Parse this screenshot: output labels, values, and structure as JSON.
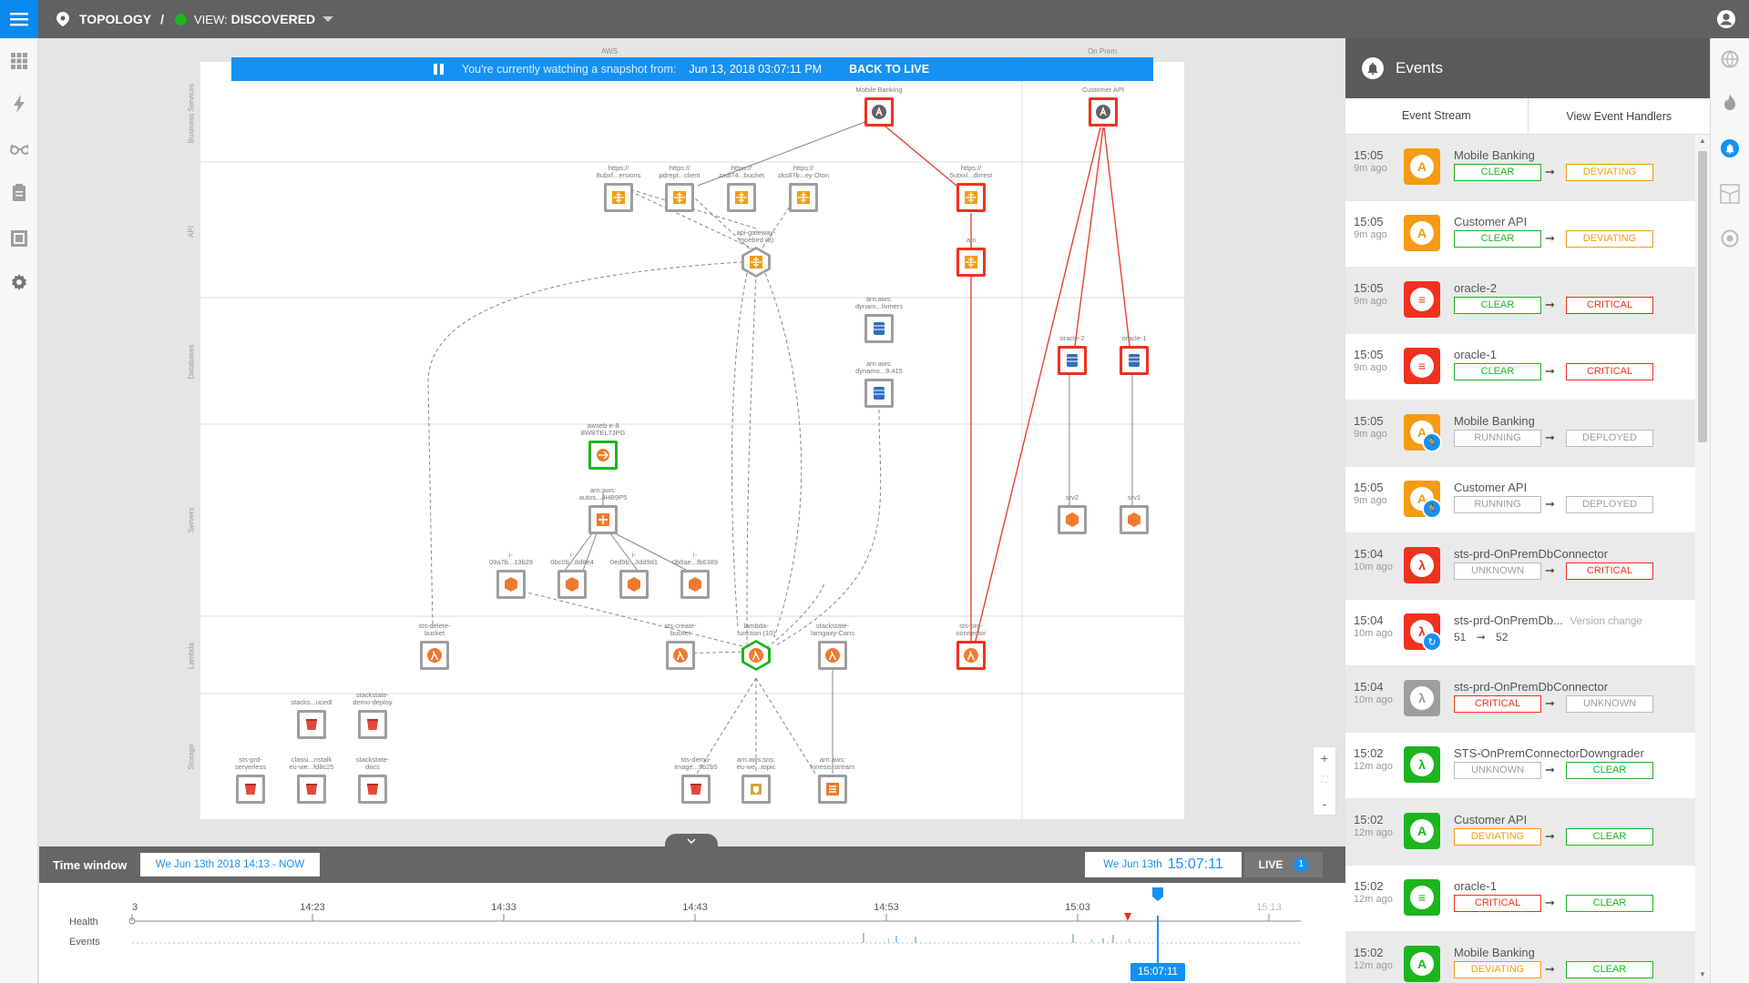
{
  "topbar": {
    "breadcrumb_root": "TOPOLOGY",
    "separator": "/",
    "view_prefix": "VIEW:",
    "view_name": "DISCOVERED"
  },
  "colors": {
    "accent": "#0a89f0",
    "banner": "#1591f4",
    "clear": "#1db51d",
    "deviating": "#f59b12",
    "critical": "#f0311e",
    "unknown": "#9e9e9e",
    "edge_red": "#e8432f"
  },
  "banner": {
    "text": "You're currently watching a snapshot from:",
    "timestamp": "Jun 13, 2018 03:07:11 PM",
    "back_label": "BACK TO LIVE"
  },
  "domains": {
    "aws": "AWS",
    "onprem": "On Prem"
  },
  "layers": [
    "Business Services",
    "API",
    "Databases",
    "Servers",
    "Lambda",
    "Storage"
  ],
  "nodes": [
    {
      "id": "mobile-banking",
      "label": "Mobile Banking",
      "icon": "app-icon",
      "state": "critical"
    },
    {
      "id": "customer-api",
      "label": "Customer API",
      "icon": "app-icon",
      "state": "critical"
    },
    {
      "id": "api-1",
      "label": "https://\n8ubxf...ersions",
      "icon": "api-icon",
      "state": "unknown"
    },
    {
      "id": "api-2",
      "label": "https://\npdrept...client",
      "icon": "api-icon",
      "state": "unknown"
    },
    {
      "id": "api-3",
      "label": "https://\nzxdl74...bucket",
      "icon": "api-icon",
      "state": "unknown"
    },
    {
      "id": "api-4",
      "label": "https://\nzks87b...ey Oton",
      "icon": "api-icon",
      "state": "unknown"
    },
    {
      "id": "api-gw",
      "label": "api-gateway-\nmoebird (8)",
      "icon": "api-icon",
      "state": "unknown"
    },
    {
      "id": "api-5",
      "label": "https://\n5utxxl...dirrest",
      "icon": "api-icon",
      "state": "critical"
    },
    {
      "id": "api-6",
      "label": "api",
      "icon": "api-icon",
      "state": "critical"
    },
    {
      "id": "db-dyn1",
      "label": "arn:aws:\ndynam...liviners",
      "icon": "database-icon",
      "state": "unknown"
    },
    {
      "id": "db-dyn2",
      "label": "arn:aws:\ndynamo...9.415",
      "icon": "database-icon",
      "state": "unknown"
    },
    {
      "id": "oracle-2",
      "label": "oracle-2",
      "icon": "database-icon",
      "state": "critical"
    },
    {
      "id": "oracle-1",
      "label": "oracle-1",
      "icon": "database-icon",
      "state": "critical"
    },
    {
      "id": "elb",
      "label": "awseb-e-8\n8WBTEL7JPG",
      "icon": "load-balancer-icon",
      "state": "clear"
    },
    {
      "id": "asg",
      "label": "arn:aws:\nautos...4HB9P5",
      "icon": "autoscaling-icon",
      "state": "unknown"
    },
    {
      "id": "ec2-1",
      "label": "i-\n09a7b...13b29",
      "icon": "server-icon",
      "state": "unknown"
    },
    {
      "id": "ec2-2",
      "label": "i-\n0bc0b...8d8e4",
      "icon": "server-icon",
      "state": "unknown"
    },
    {
      "id": "ec2-3",
      "label": "i-\n0ed9b...3dd9d1",
      "icon": "server-icon",
      "state": "unknown"
    },
    {
      "id": "ec2-4",
      "label": "i-\n0b8ae...fb6389",
      "icon": "server-icon",
      "state": "unknown"
    },
    {
      "id": "srv-2",
      "label": "srv2",
      "icon": "server-icon",
      "state": "unknown"
    },
    {
      "id": "srv-1",
      "label": "srv1",
      "icon": "server-icon",
      "state": "unknown"
    },
    {
      "id": "lambda-1",
      "label": "sts-delete-\nbucket",
      "icon": "lambda-icon",
      "state": "unknown"
    },
    {
      "id": "lambda-2",
      "label": "sts-create-\nbucket",
      "icon": "lambda-icon",
      "state": "unknown"
    },
    {
      "id": "lambda-grp",
      "label": "lambda-\nfunction (10)",
      "icon": "lambda-icon",
      "state": "clear"
    },
    {
      "id": "lambda-3",
      "label": "stackstate-\nlamgaxy-Cons",
      "icon": "lambda-icon",
      "state": "unknown"
    },
    {
      "id": "lambda-4",
      "label": "sts-prd-\nconnector",
      "icon": "lambda-icon",
      "state": "critical"
    },
    {
      "id": "s3-1",
      "label": "stacks...ucedl",
      "icon": "bucket-icon",
      "state": "unknown"
    },
    {
      "id": "s3-2",
      "label": "stackstate-\ndemo-deploy",
      "icon": "bucket-icon",
      "state": "unknown"
    },
    {
      "id": "s3-3",
      "label": "sts-prd-\nserverless",
      "icon": "bucket-icon",
      "state": "unknown"
    },
    {
      "id": "s3-4",
      "label": "classi...nstalk\neu-we...fd8c25",
      "icon": "bucket-icon",
      "state": "unknown"
    },
    {
      "id": "s3-5",
      "label": "stackstate-\ndocs",
      "icon": "bucket-icon",
      "state": "unknown"
    },
    {
      "id": "s3-6",
      "label": "sts-demo-\nimage...9b2b5",
      "icon": "bucket-icon",
      "state": "unknown"
    },
    {
      "id": "sns",
      "label": "arn:aws:sns:\neu-we...topic",
      "icon": "topic-icon",
      "state": "unknown"
    },
    {
      "id": "kinesis",
      "label": "arn:aws:\nkinesis-stream",
      "icon": "stream-icon",
      "state": "unknown"
    }
  ],
  "timewindow": {
    "label": "Time window",
    "range": "We Jun 13th 2018 14:13 - NOW",
    "current_date": "We Jun 13th",
    "current_time": "15:07:11",
    "live_label": "LIVE",
    "live_count": "1"
  },
  "timeline": {
    "rows": [
      "Health",
      "Events"
    ],
    "ticks": [
      "3",
      "14:23",
      "14:33",
      "14:43",
      "14:53",
      "15:03",
      "15:13"
    ],
    "cursor_label": "15:07:11"
  },
  "events": {
    "title": "Events",
    "tabs": [
      "Event Stream",
      "View Event Handlers"
    ],
    "items": [
      {
        "time": "15:05",
        "ago": "9m ago",
        "name": "Mobile Banking",
        "icon": "app-icon",
        "glyph": "A",
        "color": "#f59b12",
        "from": "CLEAR",
        "from_color": "#1db51d",
        "to": "DEVIATING",
        "to_color": "#f59b12"
      },
      {
        "time": "15:05",
        "ago": "9m ago",
        "name": "Customer API",
        "icon": "app-icon",
        "glyph": "A",
        "color": "#f59b12",
        "from": "CLEAR",
        "from_color": "#1db51d",
        "to": "DEVIATING",
        "to_color": "#f59b12"
      },
      {
        "time": "15:05",
        "ago": "9m ago",
        "name": "oracle-2",
        "icon": "database-icon",
        "glyph": "≡",
        "color": "#f0311e",
        "from": "CLEAR",
        "from_color": "#1db51d",
        "to": "CRITICAL",
        "to_color": "#f0311e"
      },
      {
        "time": "15:05",
        "ago": "9m ago",
        "name": "oracle-1",
        "icon": "database-icon",
        "glyph": "≡",
        "color": "#f0311e",
        "from": "CLEAR",
        "from_color": "#1db51d",
        "to": "CRITICAL",
        "to_color": "#f0311e"
      },
      {
        "time": "15:05",
        "ago": "9m ago",
        "name": "Mobile Banking",
        "icon": "app-icon",
        "glyph": "A",
        "color": "#f59b12",
        "from": "RUNNING",
        "from_color": "#9e9e9e",
        "to": "DEPLOYED",
        "to_color": "#9e9e9e",
        "sub": "runner-icon"
      },
      {
        "time": "15:05",
        "ago": "9m ago",
        "name": "Customer API",
        "icon": "app-icon",
        "glyph": "A",
        "color": "#f59b12",
        "from": "RUNNING",
        "from_color": "#9e9e9e",
        "to": "DEPLOYED",
        "to_color": "#9e9e9e",
        "sub": "runner-icon"
      },
      {
        "time": "15:04",
        "ago": "10m ago",
        "name": "sts-prd-OnPremDbConnector",
        "icon": "lambda-icon",
        "glyph": "λ",
        "color": "#f0311e",
        "from": "UNKNOWN",
        "from_color": "#9e9e9e",
        "to": "CRITICAL",
        "to_color": "#f0311e"
      },
      {
        "time": "15:04",
        "ago": "10m ago",
        "name": "sts-prd-OnPremDb...",
        "extra": "Version change",
        "icon": "lambda-icon",
        "glyph": "λ",
        "color": "#f0311e",
        "version_from": "51",
        "version_to": "52",
        "sub": "sync-icon"
      },
      {
        "time": "15:04",
        "ago": "10m ago",
        "name": "sts-prd-OnPremDbConnector",
        "icon": "lambda-icon",
        "glyph": "λ",
        "color": "#9e9e9e",
        "from": "CRITICAL",
        "from_color": "#f0311e",
        "to": "UNKNOWN",
        "to_color": "#9e9e9e"
      },
      {
        "time": "15:02",
        "ago": "12m ago",
        "name": "STS-OnPremConnectorDowngrader",
        "icon": "lambda-icon",
        "glyph": "λ",
        "color": "#1db51d",
        "from": "UNKNOWN",
        "from_color": "#9e9e9e",
        "to": "CLEAR",
        "to_color": "#1db51d"
      },
      {
        "time": "15:02",
        "ago": "12m ago",
        "name": "Customer API",
        "icon": "app-icon",
        "glyph": "A",
        "color": "#1db51d",
        "from": "DEVIATING",
        "from_color": "#f59b12",
        "to": "CLEAR",
        "to_color": "#1db51d"
      },
      {
        "time": "15:02",
        "ago": "12m ago",
        "name": "oracle-1",
        "icon": "database-icon",
        "glyph": "≡",
        "color": "#1db51d",
        "from": "CRITICAL",
        "from_color": "#f0311e",
        "to": "CLEAR",
        "to_color": "#1db51d"
      },
      {
        "time": "15:02",
        "ago": "12m ago",
        "name": "Mobile Banking",
        "icon": "app-icon",
        "glyph": "A",
        "color": "#1db51d",
        "from": "DEVIATING",
        "from_color": "#f59b12",
        "to": "CLEAR",
        "to_color": "#1db51d"
      }
    ]
  }
}
